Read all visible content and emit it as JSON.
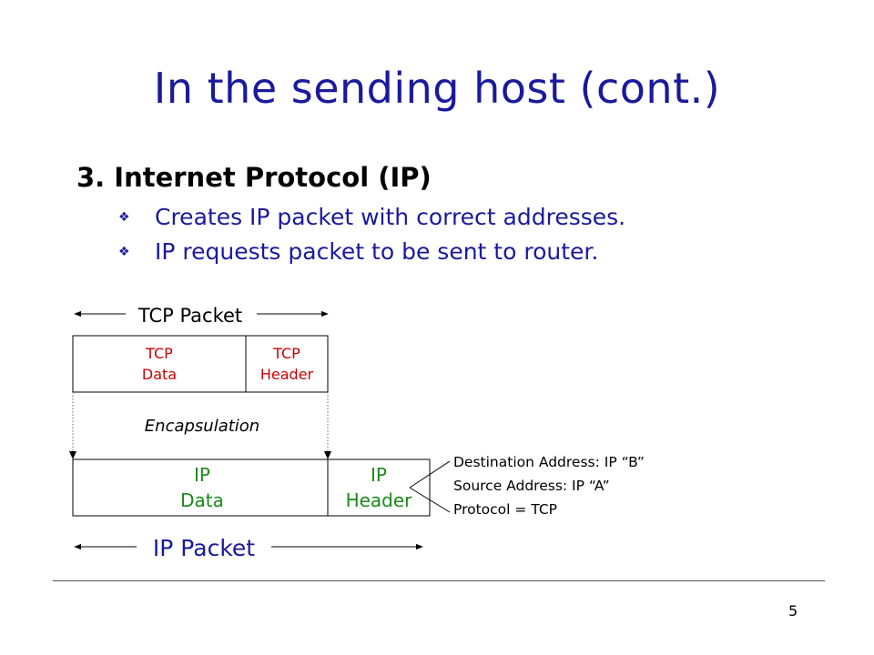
{
  "slide": {
    "title": "In the sending host (cont.)",
    "heading": "3. Internet Protocol (IP)",
    "bullets": [
      "Creates IP packet with correct addresses.",
      "IP requests packet to be sent to router."
    ],
    "page_number": "5"
  },
  "diagram": {
    "tcp_packet_label": "TCP Packet",
    "tcp_data_line1": "TCP",
    "tcp_data_line2": "Data",
    "tcp_header_line1": "TCP",
    "tcp_header_line2": "Header",
    "encapsulation_label": "Encapsulation",
    "ip_data_line1": "IP",
    "ip_data_line2": "Data",
    "ip_header_line1": "IP",
    "ip_header_line2": "Header",
    "ip_packet_label": "IP Packet",
    "header_fields": [
      "Destination Address: IP “B”",
      "Source Address: IP “A”",
      "Protocol = TCP"
    ]
  },
  "colors": {
    "title": "#1a1a9c",
    "tcp_text": "#cc0000",
    "ip_text": "#1b8a1b"
  },
  "icons": {
    "bullet": "diamond-bullet-icon"
  }
}
